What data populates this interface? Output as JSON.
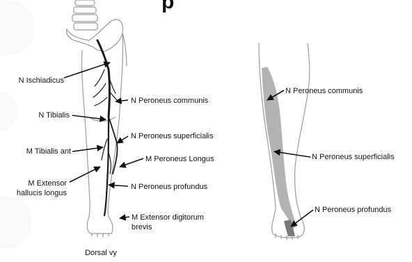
{
  "heading_fragment": "p",
  "left_figure": {
    "view_label": "Dorsal vy",
    "labels": {
      "ischiadicus": "N Ischiadicus",
      "tibialis": "N Tibialis",
      "tibialis_ant_muscle": "M Tibialis ant",
      "ext_hallucis_line1": "M Extensor",
      "ext_hallucis_line2": "hallucis longus",
      "peroneus_communis": "N Peroneus communis",
      "peroneus_superficialis": "N Peroneus superficialis",
      "peroneus_longus_muscle": "M Peroneus Longus",
      "peroneus_profundus": "N Peroneus profundus",
      "ext_digitorum_line1": "M Extensor digitorum",
      "ext_digitorum_line2": "brevis"
    }
  },
  "right_figure": {
    "labels": {
      "peroneus_communis": "N Peroneus communis",
      "peroneus_superficialis": "N Peroneus superficialis",
      "peroneus_profundus": "N Peroneus profundus"
    }
  },
  "colors": {
    "nerve": "#1a1a1a",
    "outline": "#9a9a9a",
    "shading": "#b3b3b3",
    "deep_shading": "#7a7a7a",
    "text": "#111111"
  }
}
